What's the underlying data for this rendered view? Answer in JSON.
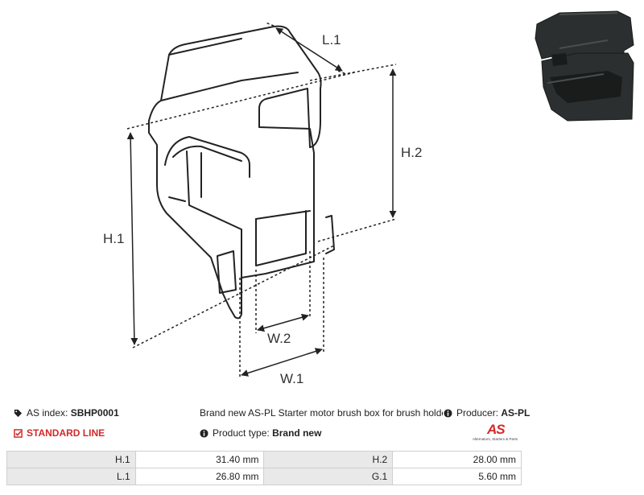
{
  "drawing": {
    "labels": {
      "l1": "L.1",
      "h1": "H.1",
      "h2": "H.2",
      "w1": "W.1",
      "w2": "W.2"
    }
  },
  "photo": {
    "icon": "product-photo"
  },
  "info": {
    "as_index_label": "AS index:",
    "as_index_value": "SBHP0001",
    "line": "STANDARD LINE",
    "description": "Brand new AS-PL Starter motor brush box for brush holde",
    "producer_label": "Producer:",
    "producer_value": "AS-PL",
    "product_type_label": "Product type:",
    "product_type_value": "Brand new"
  },
  "logo": {
    "text": "AS",
    "tagline": "Alternators, Starters & Parts"
  },
  "specs": [
    {
      "label1": "H.1",
      "value1": "31.40 mm",
      "label2": "H.2",
      "value2": "28.00 mm"
    },
    {
      "label1": "L.1",
      "value1": "26.80 mm",
      "label2": "G.1",
      "value2": "5.60 mm"
    }
  ],
  "colors": {
    "accent": "#d22a2a",
    "table_label_bg": "#e9e9e9"
  }
}
